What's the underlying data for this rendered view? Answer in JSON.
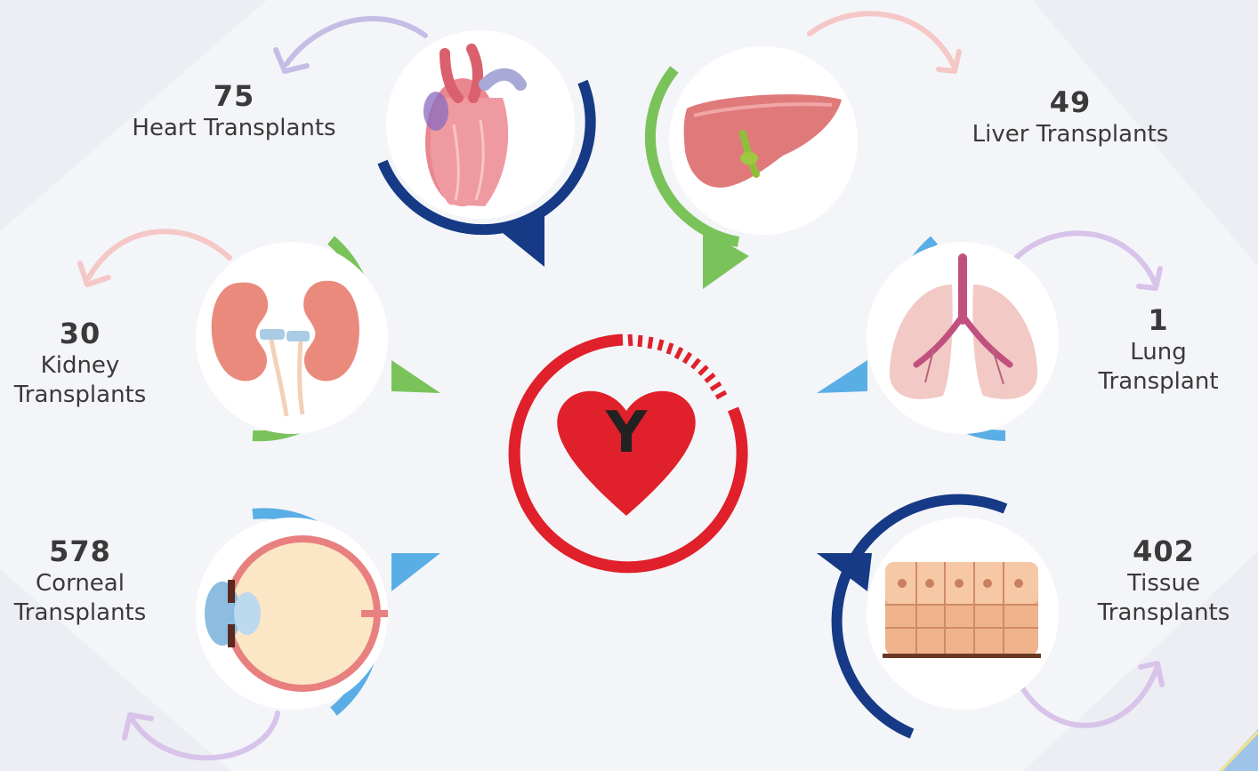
{
  "center": {
    "letter": "Y",
    "color": "#e0202a"
  },
  "organs": [
    {
      "id": "heart",
      "count": "75",
      "name_lines": [
        "Heart Transplants"
      ],
      "ring_color": "#163a86",
      "arrow_color": "#c6bde6",
      "icon": "heart-organ-icon"
    },
    {
      "id": "liver",
      "count": "49",
      "name_lines": [
        "Liver Transplants"
      ],
      "ring_color": "#7ac35a",
      "arrow_color": "#f5c7c7",
      "icon": "liver-organ-icon"
    },
    {
      "id": "kidney",
      "count": "30",
      "name_lines": [
        "Kidney",
        "Transplants"
      ],
      "ring_color": "#7ac35a",
      "arrow_color": "#f5c7c7",
      "icon": "kidney-organ-icon"
    },
    {
      "id": "lung",
      "count": "1",
      "name_lines": [
        "Lung",
        "Transplant"
      ],
      "ring_color": "#5aaee6",
      "arrow_color": "#d8c3ea",
      "icon": "lung-organ-icon"
    },
    {
      "id": "cornea",
      "count": "578",
      "name_lines": [
        "Corneal",
        "Transplants"
      ],
      "ring_color": "#5aaee6",
      "arrow_color": "#d8c3ea",
      "icon": "eye-organ-icon"
    },
    {
      "id": "tissue",
      "count": "402",
      "name_lines": [
        "Tissue",
        "Transplants"
      ],
      "ring_color": "#163a86",
      "arrow_color": "#d8c3ea",
      "icon": "tissue-cells-icon"
    }
  ]
}
